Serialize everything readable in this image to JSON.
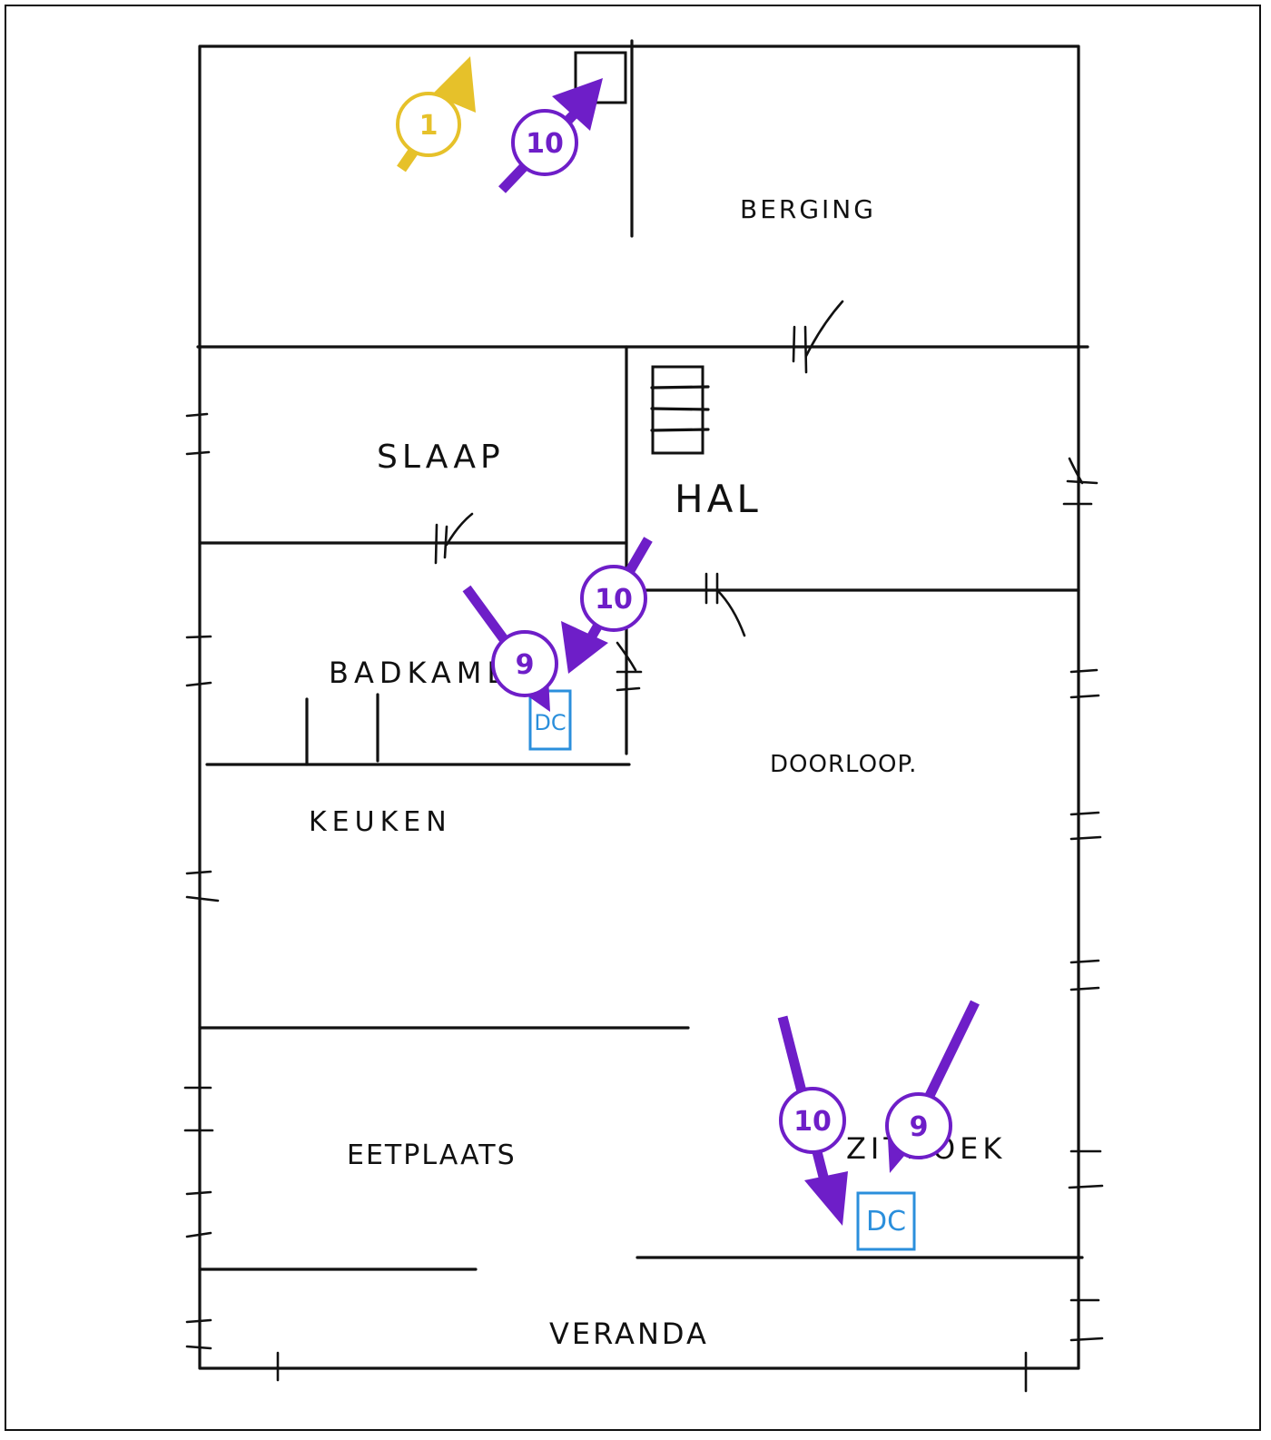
{
  "colors": {
    "wall": "#111111",
    "marker_yellow": "#e6c12a",
    "marker_purple": "#6e1ec8",
    "dc_blue": "#2b8fdc"
  },
  "rooms": {
    "berging": "BERGING",
    "slaap": "SLAAP",
    "hal": "HAL",
    "badkamer": "BADKAMER",
    "doorloop": "DOORLOOP.",
    "keuken": "KEUKEN",
    "eetplaats": "EETPLAATS",
    "zitboek": "ZITHOEK",
    "veranda": "VERANDA"
  },
  "markers": {
    "m1": "1",
    "m10_top": "10",
    "m10_bath": "10",
    "m9_bath": "9",
    "m10_living": "10",
    "m9_living": "9"
  },
  "devices": {
    "dc_bath": "DC",
    "dc_living": "DC"
  },
  "icons": {
    "stair": "staircase-icon",
    "door": "door-swing-icon",
    "window": "window-tick-icon"
  }
}
